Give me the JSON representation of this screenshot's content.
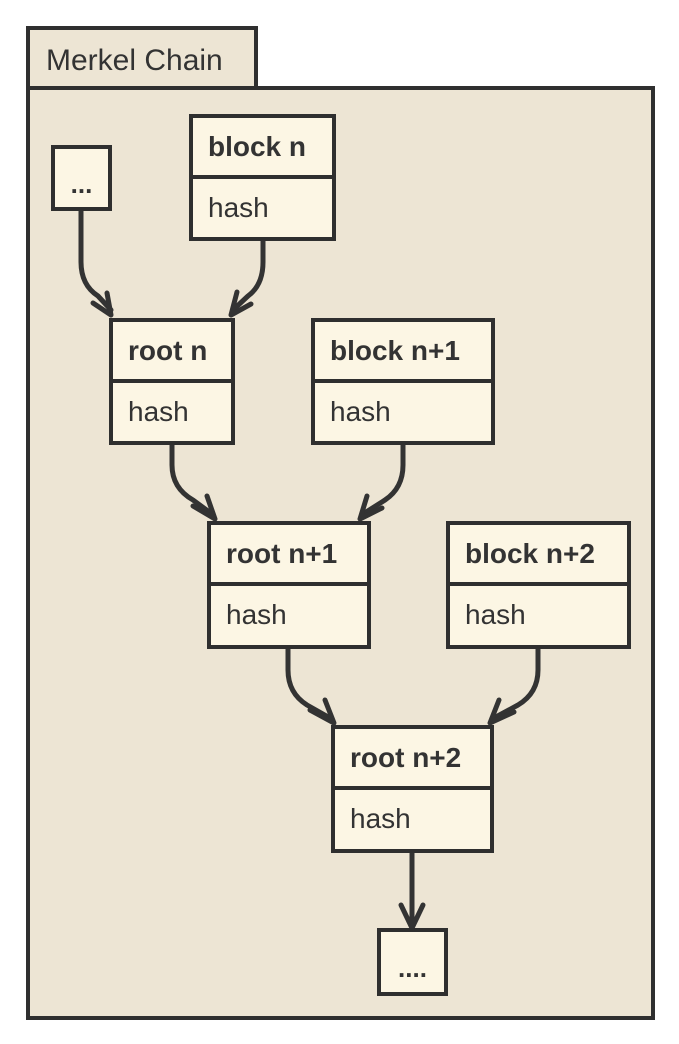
{
  "package": {
    "title": "Merkel Chain"
  },
  "nodes": {
    "dots_top": {
      "label": "..."
    },
    "block_n": {
      "title": "block n",
      "field": "hash"
    },
    "root_n": {
      "title": "root n",
      "field": "hash"
    },
    "block_n1": {
      "title": "block n+1",
      "field": "hash"
    },
    "root_n1": {
      "title": "root n+1",
      "field": "hash"
    },
    "block_n2": {
      "title": "block n+2",
      "field": "hash"
    },
    "root_n2": {
      "title": "root n+2",
      "field": "hash"
    },
    "dots_bottom": {
      "label": "...."
    }
  },
  "edges": [
    {
      "from": "dots_top",
      "to": "root_n"
    },
    {
      "from": "block_n",
      "to": "root_n"
    },
    {
      "from": "root_n",
      "to": "root_n1"
    },
    {
      "from": "block_n1",
      "to": "root_n1"
    },
    {
      "from": "root_n1",
      "to": "root_n2"
    },
    {
      "from": "block_n2",
      "to": "root_n2"
    },
    {
      "from": "root_n2",
      "to": "dots_bottom"
    }
  ],
  "colors": {
    "frame": "#ede5d4",
    "node": "#fcf6e4",
    "stroke": "#2f2f2f",
    "text": "#333333"
  }
}
